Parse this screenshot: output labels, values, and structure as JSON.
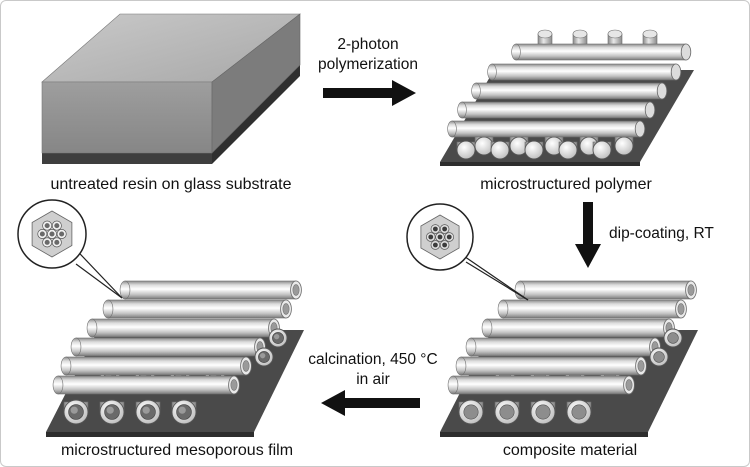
{
  "captions": {
    "stage1": "untreated resin on glass substrate",
    "stage2": "microstructured polymer",
    "stage3": "composite material",
    "stage4": "microstructured mesoporous film"
  },
  "steps": {
    "step1_line1": "2-photon",
    "step1_line2": "polymerization",
    "step2": "dip-coating, RT",
    "step3_line1": "calcination, 450 °C",
    "step3_line2": "in air"
  },
  "colors": {
    "arrow": "#111111",
    "substrate": "#4a4a4a",
    "resin_top": "#b5b5b5",
    "resin_front": "#8f8f8f",
    "rod_light": "#f4f4f4",
    "rod_mid": "#bdbdbd",
    "rod_dark": "#7d7d7d"
  }
}
